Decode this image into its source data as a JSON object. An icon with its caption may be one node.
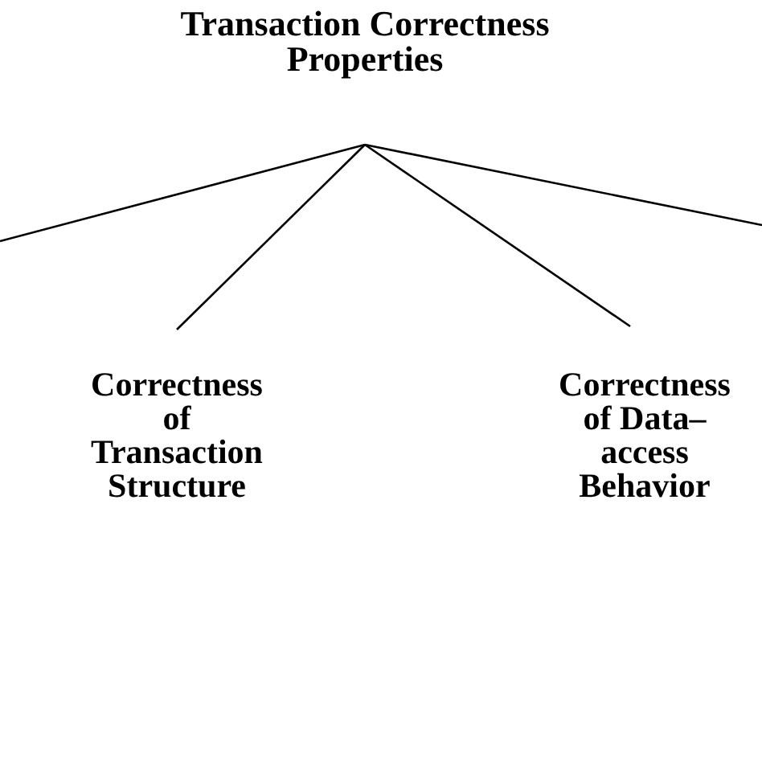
{
  "diagram": {
    "nodes": [
      {
        "text": [
          "Transaction Correctness Properties"
        ]
      },
      {
        "text": [
          "Correctness of Transaction Structure"
        ]
      },
      {
        "text": [
          "Correctness of Data–access Behavior"
        ]
      }
    ],
    "edges": [
      {
        "from": 0,
        "to": null,
        "arrow": "none"
      },
      {
        "from": 0,
        "to": 1,
        "arrow": "none"
      },
      {
        "from": 0,
        "to": 2,
        "arrow": "none"
      },
      {
        "from": 0,
        "to": null,
        "arrow": "none"
      }
    ]
  }
}
